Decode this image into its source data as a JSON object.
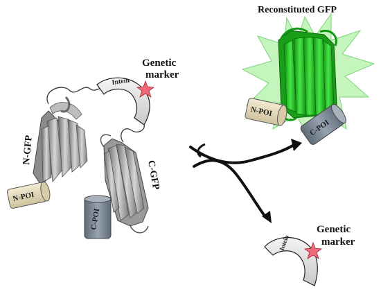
{
  "labels": {
    "genetic_marker_top_line1": "Genetic",
    "genetic_marker_top_line2": "marker",
    "intein_top": "Intein",
    "n_gfp": "N-GFP",
    "c_gfp": "C-GFP",
    "n_poi_left": "N-POI",
    "c_poi_left": "C-POI",
    "reconstituted_gfp": "Reconstituted GFP",
    "n_poi_right": "N-POI",
    "c_poi_right": "C-POI",
    "genetic_marker_bottom_line1": "Genetic",
    "genetic_marker_bottom_line2": "marker",
    "intein_bottom": "Intein"
  },
  "colors": {
    "gfp_green": "#22cc22",
    "gfp_glow": "#a8f0a0",
    "star_red": "#e04050",
    "n_poi_fill": "#e6dcc0",
    "c_poi_fill": "#7e8a98",
    "intein_fill": "#e2e2e2",
    "ribbon_grey": "#a8a8a8"
  }
}
